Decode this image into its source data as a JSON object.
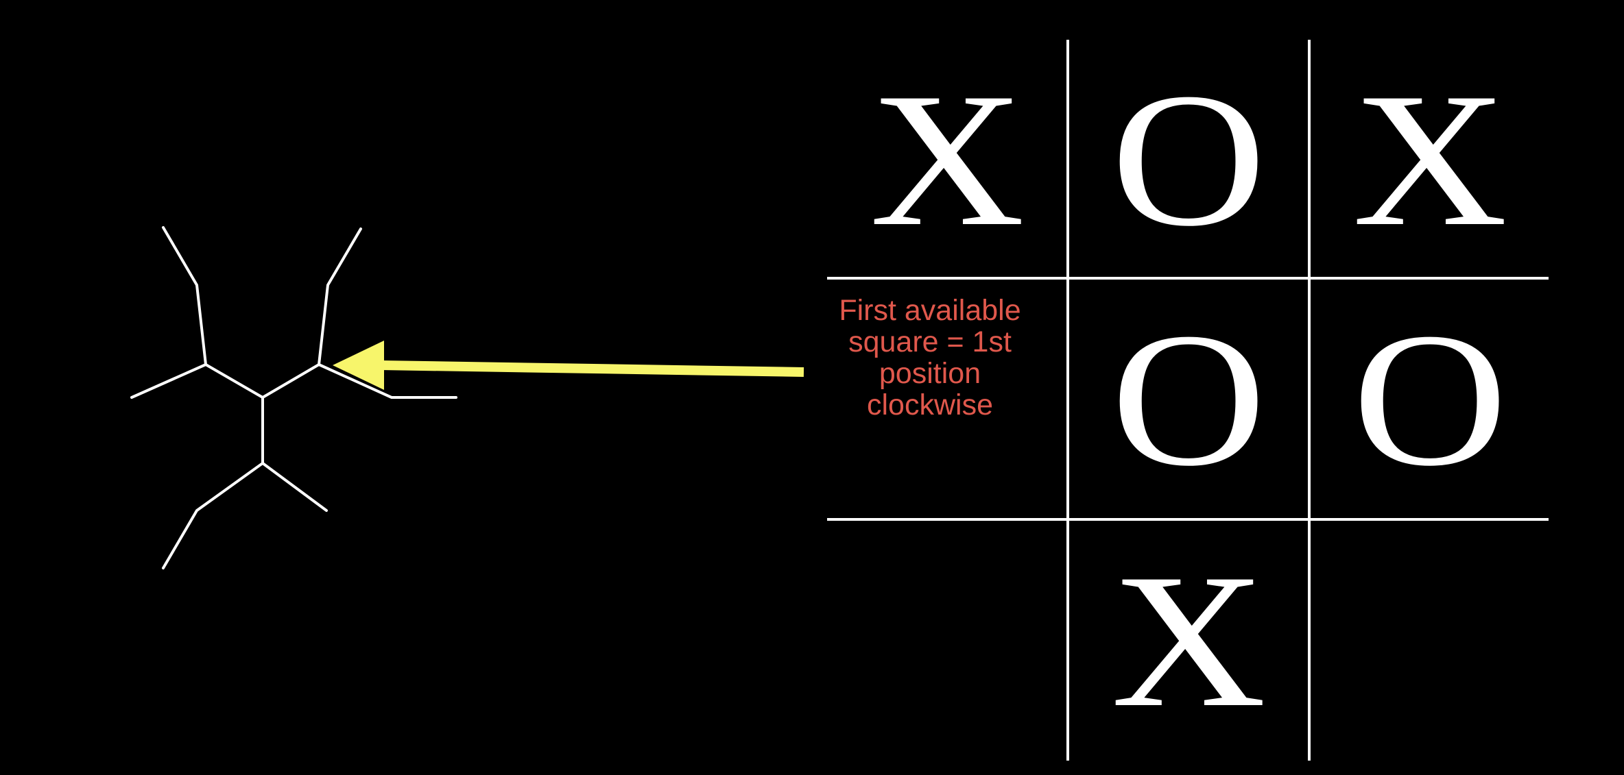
{
  "board": {
    "cells": [
      {
        "row": 0,
        "col": 0,
        "mark": "X"
      },
      {
        "row": 0,
        "col": 1,
        "mark": "O"
      },
      {
        "row": 0,
        "col": 2,
        "mark": "X"
      },
      {
        "row": 1,
        "col": 0,
        "mark": ""
      },
      {
        "row": 1,
        "col": 1,
        "mark": "O"
      },
      {
        "row": 1,
        "col": 2,
        "mark": "O"
      },
      {
        "row": 2,
        "col": 0,
        "mark": ""
      },
      {
        "row": 2,
        "col": 1,
        "mark": "X"
      },
      {
        "row": 2,
        "col": 2,
        "mark": ""
      }
    ]
  },
  "annotation": {
    "text": "First available square = 1st position clockwise",
    "color": "#e0584c"
  },
  "arrow": {
    "color": "#f7f56b"
  },
  "tree": {
    "color": "#ffffff"
  }
}
